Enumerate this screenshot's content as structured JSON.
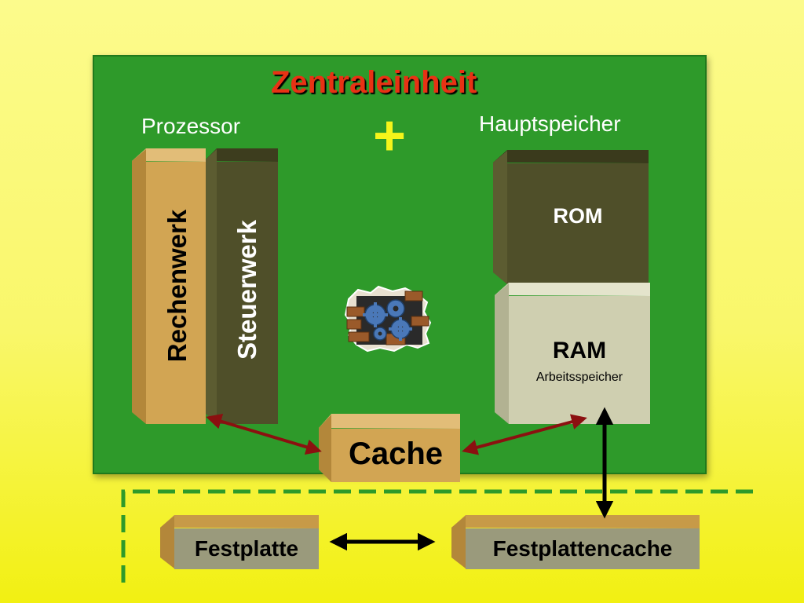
{
  "diagram": {
    "title": "Zentraleinheit",
    "prozessor": {
      "label": "Prozessor",
      "rechenwerk": "Rechenwerk",
      "steuerwerk": "Steuerwerk"
    },
    "plus_sign": "+",
    "hauptspeicher": {
      "label": "Hauptspeicher",
      "rom": "ROM",
      "ram": "RAM",
      "ram_sub": "Arbeitsspeicher"
    },
    "cache": "Cache",
    "festplatte": "Festplatte",
    "festplattencache": "Festplattencache",
    "colors": {
      "background": "#f9f76a",
      "board": "#2e9a2a",
      "title": "#e83214",
      "plus": "#f5f51a",
      "tan_block": "#d2a553",
      "dark_block": "#4f4f29",
      "light_block": "#cfcfb0",
      "gray_block": "#9a9a7c",
      "connector_red": "#8b1010",
      "connector_black": "#000000",
      "dashed_border": "#2e9a2a"
    },
    "icons": [
      "gear-icon"
    ]
  }
}
